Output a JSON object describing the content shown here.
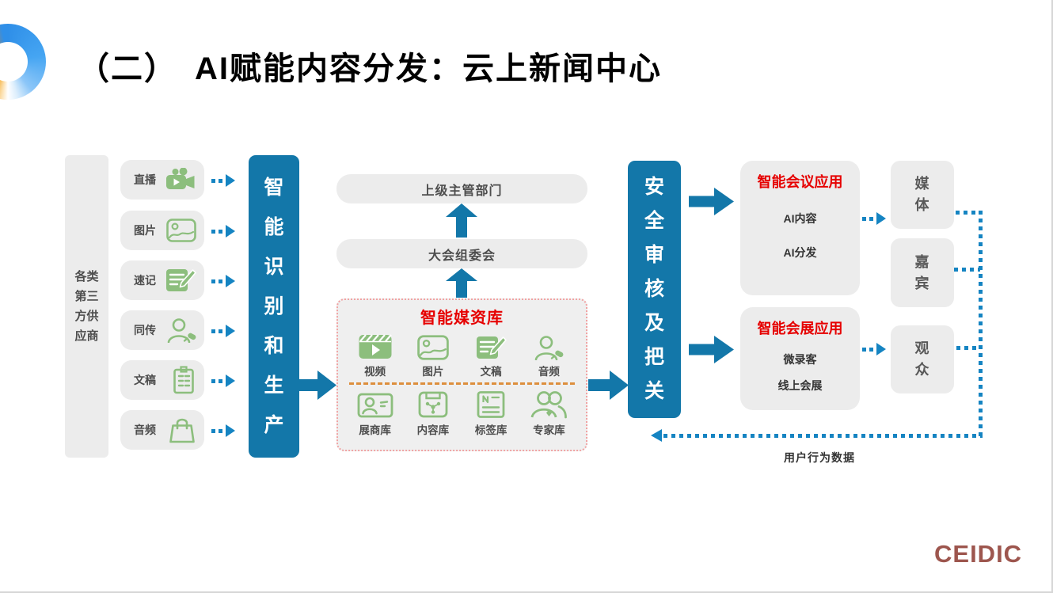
{
  "slide": {
    "title": "（二）　AI赋能内容分发：云上新闻中心",
    "footer_logo": "CEIDIC"
  },
  "colors": {
    "primary_blue": "#1377a9",
    "dotted_blue": "#1584c2",
    "icon_green": "#8cbe7d",
    "box_gray": "#ececec",
    "accent_red": "#e60000",
    "divider_orange": "#dd8f3d",
    "footer_logo_color": "#9d564e"
  },
  "suppliers": {
    "group_label": "各类第三方供应商",
    "items": [
      {
        "label": "直播",
        "icon": "camcorder-icon"
      },
      {
        "label": "图片",
        "icon": "image-icon"
      },
      {
        "label": "速记",
        "icon": "note-pen-icon"
      },
      {
        "label": "同传",
        "icon": "person-mic-icon"
      },
      {
        "label": "文稿",
        "icon": "clipboard-icon"
      },
      {
        "label": "音频",
        "icon": "bag-icon"
      }
    ]
  },
  "recognition_bar": {
    "label": "智能识别和生产"
  },
  "governance": {
    "superior_box": "上级主管部门",
    "committee_box": "大会组委会"
  },
  "media_library": {
    "title": "智能媒资库",
    "assets": [
      {
        "label": "视频",
        "icon": "film-icon"
      },
      {
        "label": "图片",
        "icon": "image-icon"
      },
      {
        "label": "文稿",
        "icon": "note-pen-icon"
      },
      {
        "label": "音频",
        "icon": "person-mic-icon"
      }
    ],
    "repositories": [
      {
        "label": "展商库",
        "icon": "id-card-icon"
      },
      {
        "label": "内容库",
        "icon": "content-nodes-icon"
      },
      {
        "label": "标签库",
        "icon": "tag-note-icon"
      },
      {
        "label": "专家库",
        "icon": "experts-icon"
      }
    ]
  },
  "review_bar": {
    "label": "安全审核及把关"
  },
  "applications": {
    "conference": {
      "title": "智能会议应用",
      "items": [
        "AI内容",
        "AI分发"
      ]
    },
    "exhibition": {
      "title": "智能会展应用",
      "items": [
        "微录客",
        "线上会展"
      ]
    }
  },
  "audiences": [
    {
      "label": "媒体"
    },
    {
      "label": "嘉宾"
    },
    {
      "label": "观众"
    }
  ],
  "feedback": {
    "label": "用户行为数据"
  }
}
